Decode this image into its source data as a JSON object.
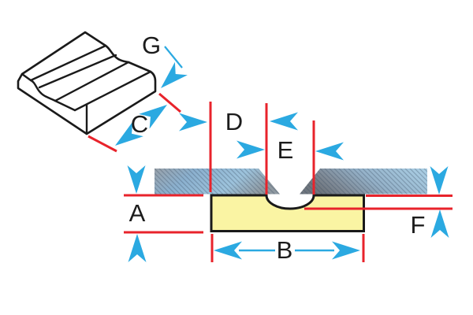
{
  "labels": {
    "a": "A",
    "b": "B",
    "c": "C",
    "d": "D",
    "e": "E",
    "f": "F",
    "g": "G"
  },
  "colors": {
    "background": "#ffffff",
    "outline_black": "#1a1a1a",
    "dimension_red": "#e8232b",
    "arrow_cyan": "#2ba9e1",
    "workpiece_yellow": "#faf4a3",
    "tool_blue_light": "#a9cfe5",
    "tool_blue_mid": "#8bb0ce",
    "tool_gray_dark": "#6f767e",
    "tool_gray": "#99a1a9"
  },
  "icons": {
    "dimension-arrowhead": "notched-triangle"
  }
}
